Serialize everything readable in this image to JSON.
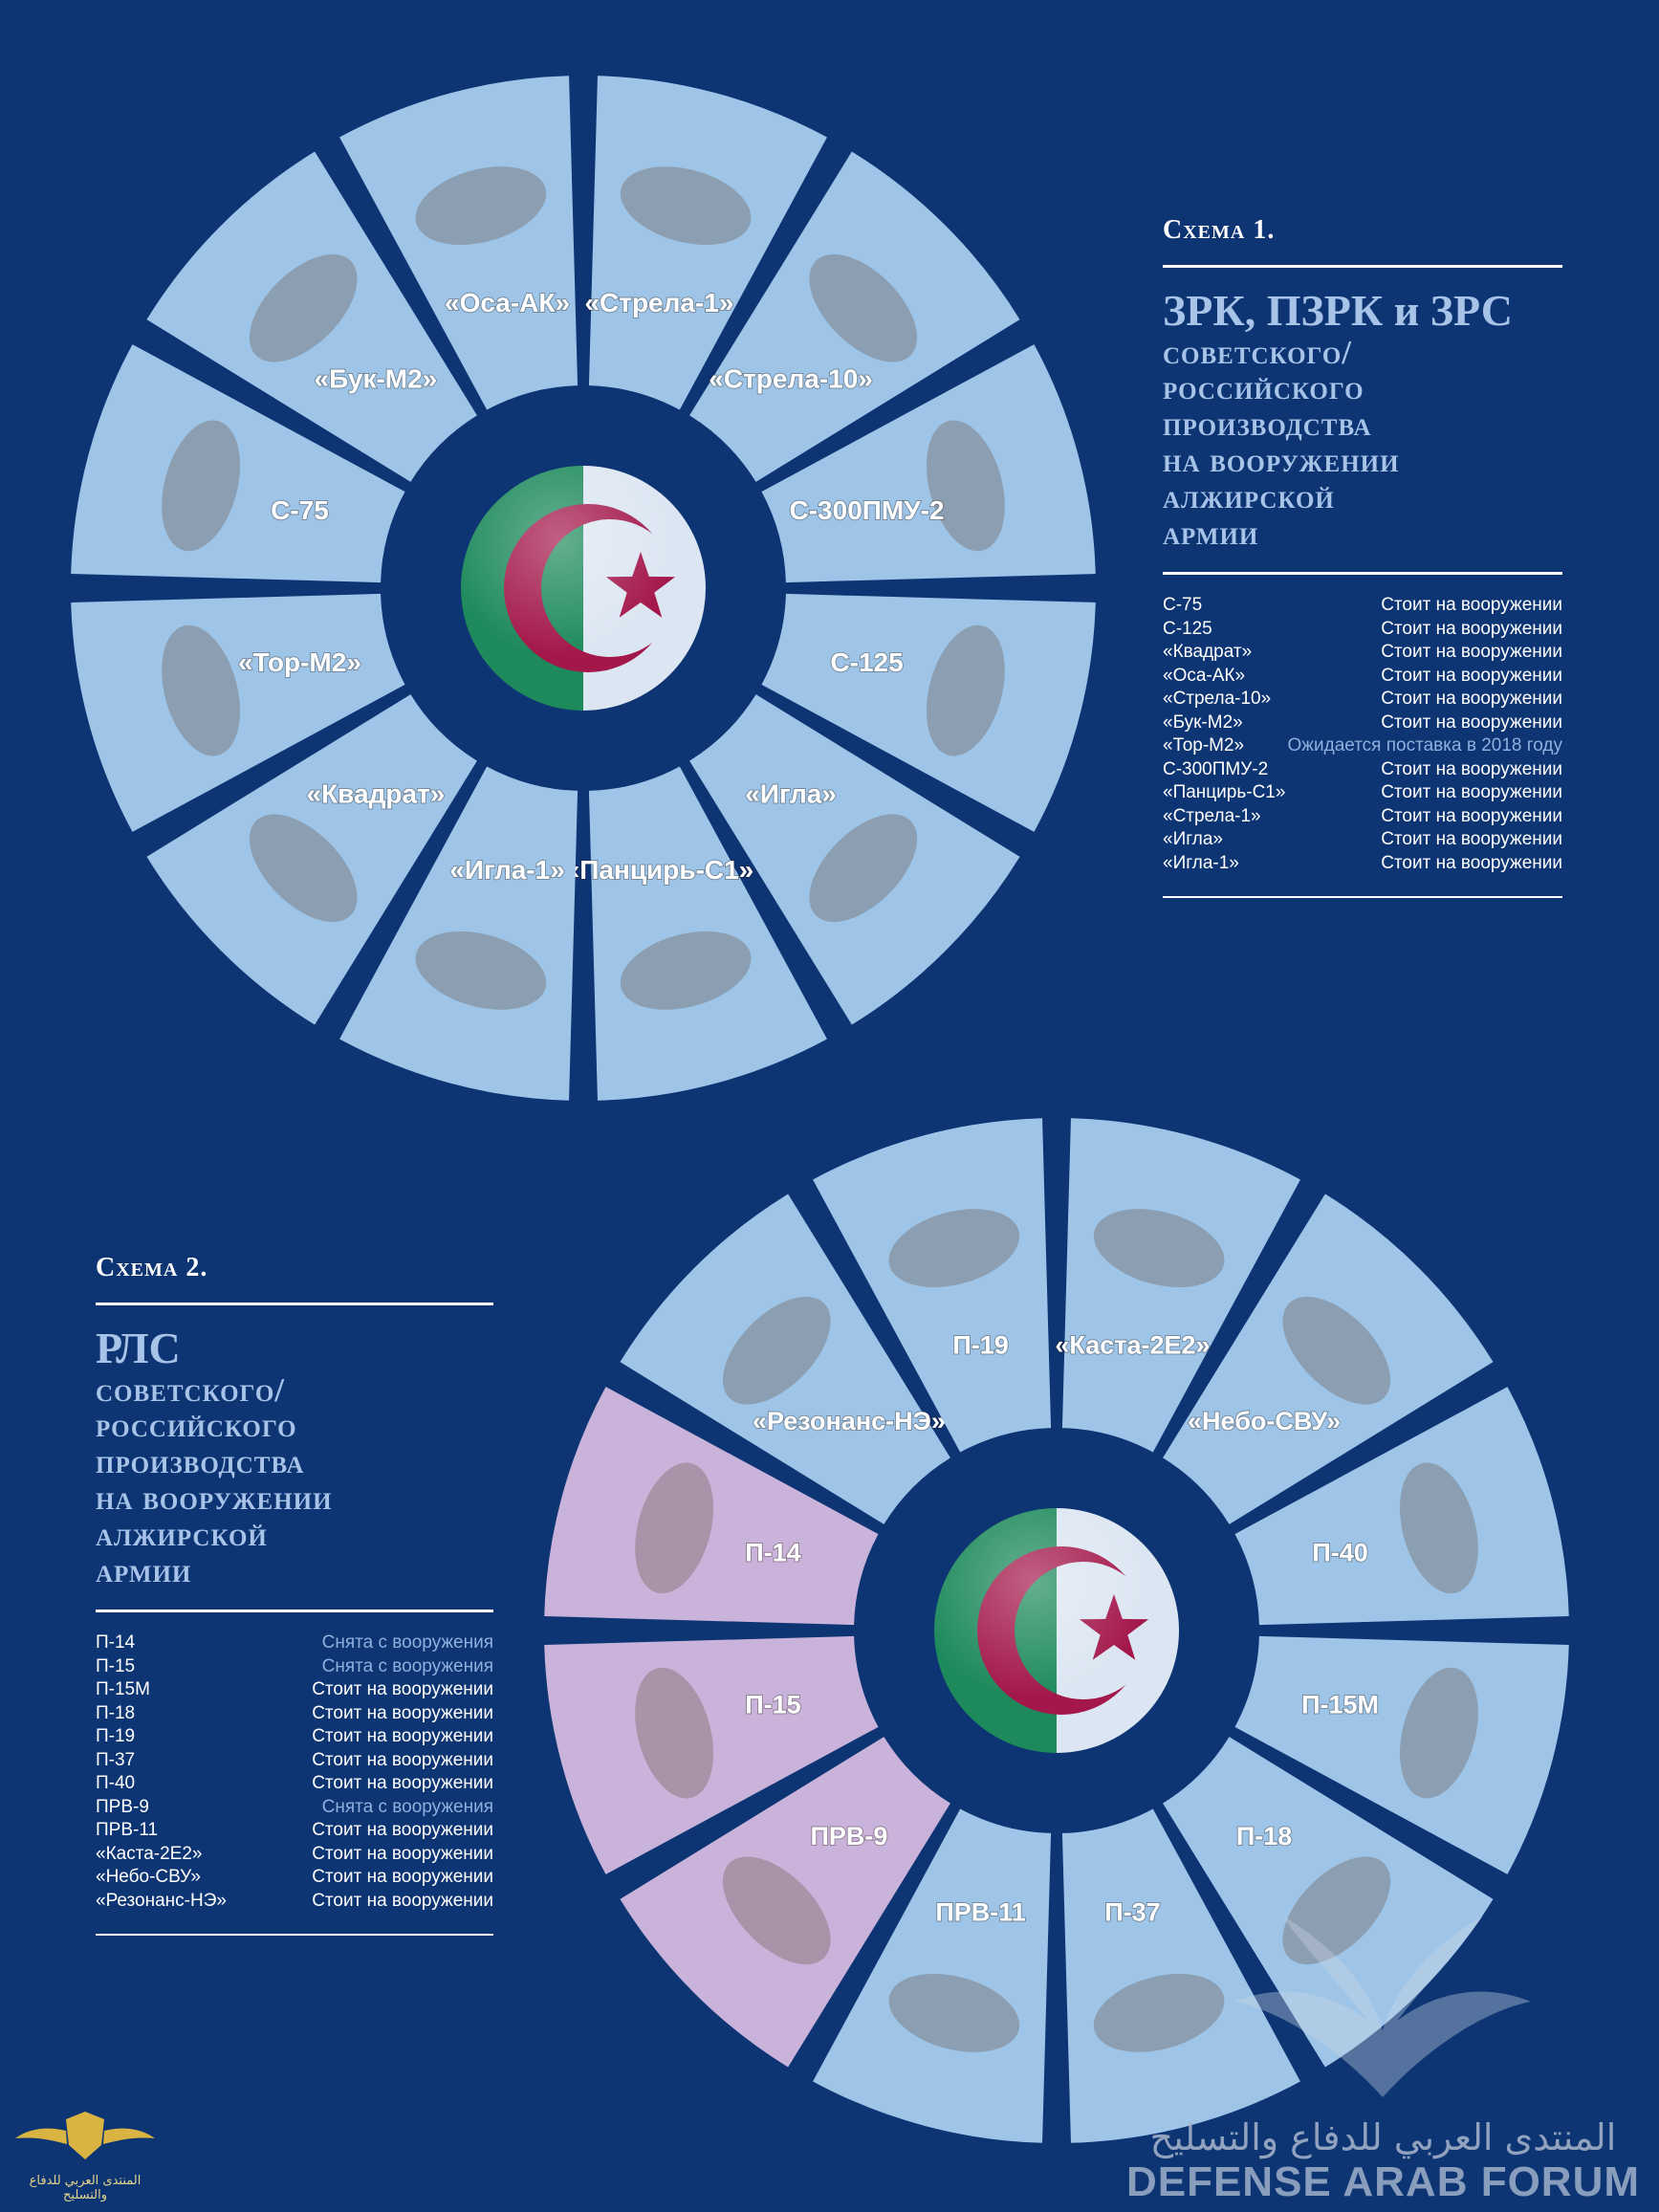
{
  "colors": {
    "background": "#0d3473",
    "segment": "#9ec5e8",
    "segment_removed": "#c9b3da",
    "heading": "#a8c3e8",
    "status_alt": "#8fb0de",
    "flag_green": "#1e8a5c",
    "flag_white": "#dce6f2",
    "flag_red": "#a3174a"
  },
  "schema1": {
    "label": "Схема 1.",
    "title_line1": "ЗРК, ПЗРК и ЗРС",
    "title_lines": [
      "советского/",
      "российского",
      "производства",
      "на вооружении",
      "алжирской",
      "армии"
    ],
    "wheel_segments": [
      "«Стрела-1»",
      "«Стрела-10»",
      "С-300ПМУ-2",
      "С-125",
      "«Игла»",
      "«Панцирь-С1»",
      "«Игла-1»",
      "«Квадрат»",
      "«Тор-М2»",
      "С-75",
      "«Бук-М2»",
      "«Оса-АК»"
    ],
    "center_icon": "algeria-flag-icon",
    "items": [
      {
        "name": "С-75",
        "status": "Стоит на вооружении",
        "alt": false
      },
      {
        "name": "С-125",
        "status": "Стоит на вооружении",
        "alt": false
      },
      {
        "name": "«Квадрат»",
        "status": "Стоит на вооружении",
        "alt": false
      },
      {
        "name": "«Оса-АК»",
        "status": "Стоит на вооружении",
        "alt": false
      },
      {
        "name": "«Стрела-10»",
        "status": "Стоит на вооружении",
        "alt": false
      },
      {
        "name": "«Бук-М2»",
        "status": "Стоит на вооружении",
        "alt": false
      },
      {
        "name": "«Тор-М2»",
        "status": "Ожидается поставка в 2018 году",
        "alt": true
      },
      {
        "name": "С-300ПМУ-2",
        "status": "Стоит на вооружении",
        "alt": false
      },
      {
        "name": "«Панцирь-С1»",
        "status": "Стоит на вооружении",
        "alt": false
      },
      {
        "name": "«Стрела-1»",
        "status": "Стоит на вооружении",
        "alt": false
      },
      {
        "name": "«Игла»",
        "status": "Стоит на вооружении",
        "alt": false
      },
      {
        "name": "«Игла-1»",
        "status": "Стоит на вооружении",
        "alt": false
      }
    ]
  },
  "schema2": {
    "label": "Схема 2.",
    "title_line1": "РЛС",
    "title_lines": [
      "советского/",
      "российского",
      "производства",
      "на вооружении",
      "алжирской",
      "армии"
    ],
    "wheel_segments": [
      {
        "label": "«Каста-2Е2»",
        "removed": false
      },
      {
        "label": "«Небо-СВУ»",
        "removed": false
      },
      {
        "label": "П-40",
        "removed": false
      },
      {
        "label": "П-15М",
        "removed": false
      },
      {
        "label": "П-18",
        "removed": false
      },
      {
        "label": "П-37",
        "removed": false
      },
      {
        "label": "ПРВ-11",
        "removed": false
      },
      {
        "label": "ПРВ-9",
        "removed": true
      },
      {
        "label": "П-15",
        "removed": true
      },
      {
        "label": "П-14",
        "removed": true
      },
      {
        "label": "«Резонанс-НЭ»",
        "removed": false
      },
      {
        "label": "П-19",
        "removed": false
      }
    ],
    "center_icon": "algeria-flag-icon",
    "items": [
      {
        "name": "П-14",
        "status": "Снята с вооружения",
        "alt": true
      },
      {
        "name": "П-15",
        "status": "Снята с вооружения",
        "alt": true
      },
      {
        "name": "П-15М",
        "status": "Стоит на вооружении",
        "alt": false
      },
      {
        "name": "П-18",
        "status": "Стоит на вооружении",
        "alt": false
      },
      {
        "name": "П-19",
        "status": "Стоит на вооружении",
        "alt": false
      },
      {
        "name": "П-37",
        "status": "Стоит на вооружении",
        "alt": false
      },
      {
        "name": "П-40",
        "status": "Стоит на вооружении",
        "alt": false
      },
      {
        "name": "ПРВ-9",
        "status": "Снята с вооружения",
        "alt": true
      },
      {
        "name": "ПРВ-11",
        "status": "Стоит на вооружении",
        "alt": false
      },
      {
        "name": "«Каста-2Е2»",
        "status": "Стоит на вооружении",
        "alt": false
      },
      {
        "name": "«Небо-СВУ»",
        "status": "Стоит на вооружении",
        "alt": false
      },
      {
        "name": "«Резонанс-НЭ»",
        "status": "Стоит на вооружении",
        "alt": false
      }
    ]
  },
  "watermark": {
    "arabic": "المنتدى العربي للدفاع والتسليح",
    "english": "DEFENSE ARAB FORUM",
    "corner_text": "المنتدى العربي للدفاع والتسليح",
    "icon": "wings-emblem-icon"
  }
}
